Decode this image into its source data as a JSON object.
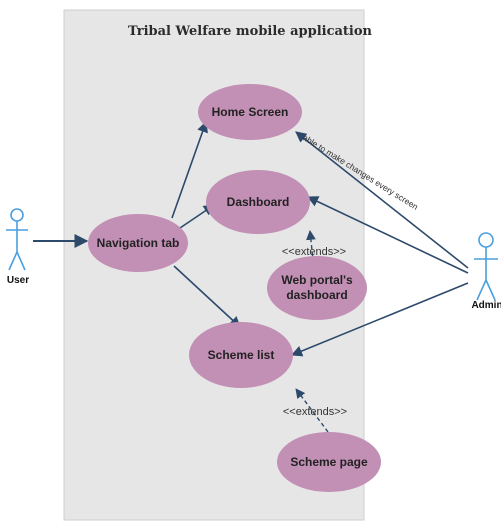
{
  "system": {
    "title": "Tribal Welfare mobile application"
  },
  "actors": {
    "user": "User",
    "admin": "Admin"
  },
  "use_cases": {
    "home_screen": "Home Screen",
    "dashboard": "Dashboard",
    "navigation_tab": "Navigation tab",
    "web_portal_dashboard_line1": "Web portal's",
    "web_portal_dashboard_line2": "dashboard",
    "scheme_list": "Scheme list",
    "scheme_page": "Scheme page"
  },
  "relations": {
    "extends_1": "<<extends>>",
    "extends_2": "<<extends>>",
    "admin_home_note": "able to make  changes every screen"
  },
  "colors": {
    "system_boundary": "#e6e6e6",
    "use_case_fill": "#c28fb5",
    "line": "#2d4a6b",
    "actor": "#4a9fe0"
  }
}
